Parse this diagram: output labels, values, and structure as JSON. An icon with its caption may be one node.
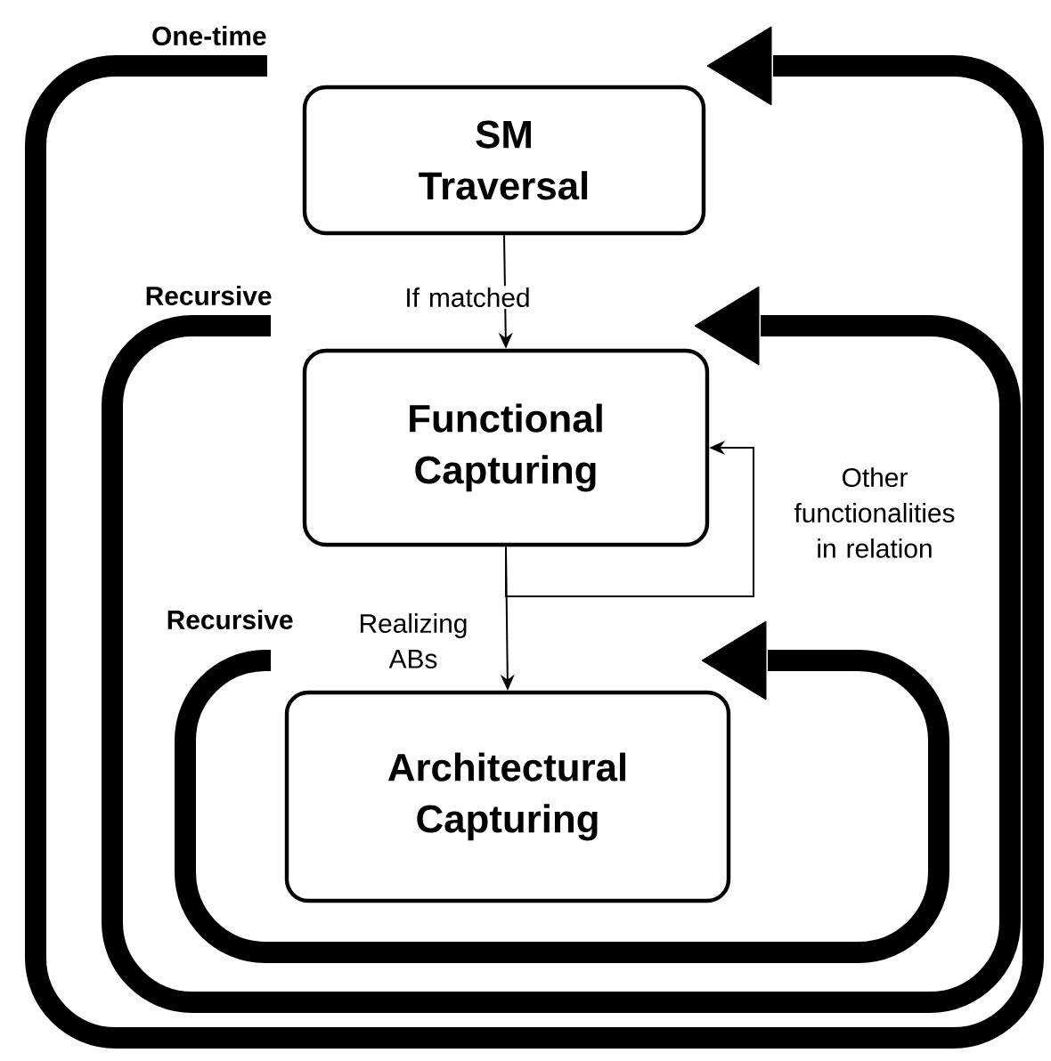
{
  "diagram": {
    "nodes": [
      {
        "text": [
          "SM Traversal"
        ]
      },
      {
        "text": [
          "Functional Capturing"
        ]
      },
      {
        "text": [
          "Architectural Capturing"
        ]
      }
    ],
    "edges": [
      {
        "from": 0,
        "to": 1,
        "arrow": "to",
        "label": "If matched"
      },
      {
        "from": 1,
        "to": 2,
        "arrow": "to",
        "label": "Realizing ABs"
      },
      {
        "from": 1,
        "to": 1,
        "arrow": "to",
        "label": "Other functionalities in relation"
      }
    ],
    "labels": [
      "One-time",
      "Recursive",
      "Recursive"
    ]
  }
}
